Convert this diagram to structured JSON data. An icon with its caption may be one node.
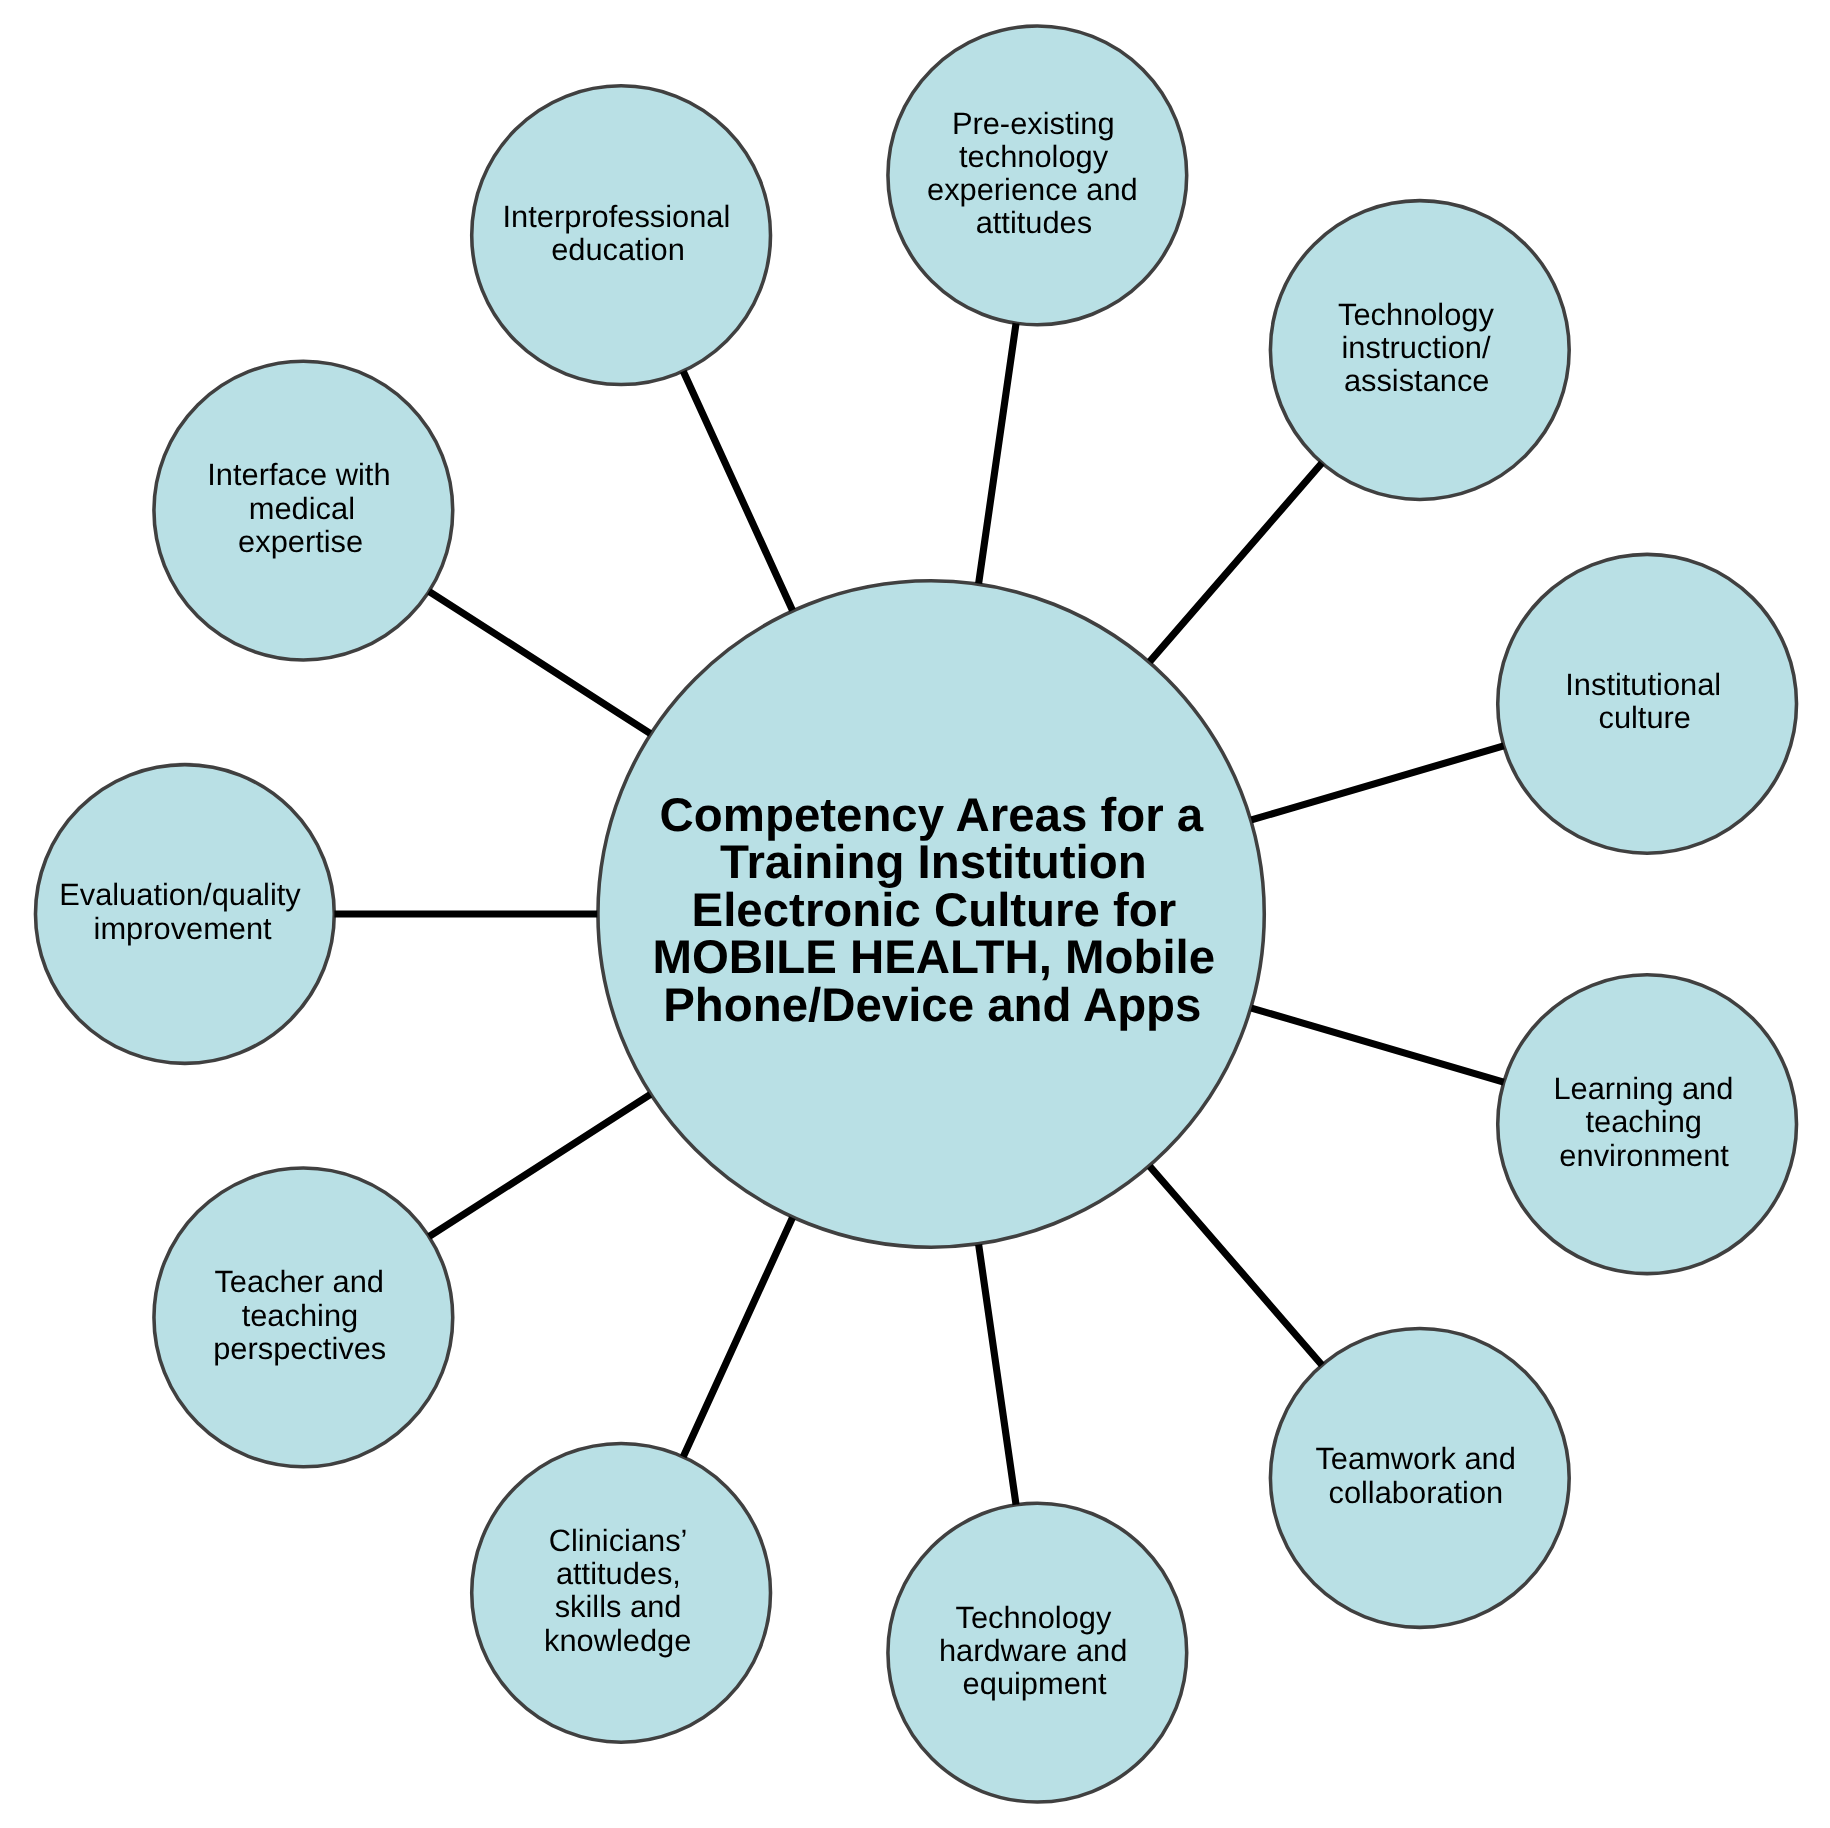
{
  "diagram": {
    "nodes": [
      {
        "text": [
          "Competency Areas for a Training Institution Electronic Culture for MOBILE HEALTH, Mobile Phone/Device and Apps"
        ]
      },
      {
        "text": [
          "Institutional culture"
        ]
      },
      {
        "text": [
          "Technology instruction/ assistance"
        ]
      },
      {
        "text": [
          "Pre-existing technology experience and attitudes"
        ]
      },
      {
        "text": [
          "Interprofessional education"
        ]
      },
      {
        "text": [
          "Interface with medical expertise"
        ]
      },
      {
        "text": [
          "Evaluation/quality improvement"
        ]
      },
      {
        "text": [
          "Teacher and teaching perspectives"
        ]
      },
      {
        "text": [
          "Clinicians’ attitudes, skills and knowledge"
        ]
      },
      {
        "text": [
          "Technology hardware and equipment"
        ]
      },
      {
        "text": [
          "Teamwork and collaboration"
        ]
      },
      {
        "text": [
          "Learning and teaching environment"
        ]
      }
    ],
    "edges": [
      {
        "from": 0,
        "to": 1,
        "arrow": "none"
      },
      {
        "from": 0,
        "to": 2,
        "arrow": "none"
      },
      {
        "from": 0,
        "to": 3,
        "arrow": "none"
      },
      {
        "from": 0,
        "to": 4,
        "arrow": "none"
      },
      {
        "from": 0,
        "to": 5,
        "arrow": "none"
      },
      {
        "from": 0,
        "to": 6,
        "arrow": "none"
      },
      {
        "from": 0,
        "to": 7,
        "arrow": "none"
      },
      {
        "from": 0,
        "to": 8,
        "arrow": "none"
      },
      {
        "from": 0,
        "to": 9,
        "arrow": "none"
      },
      {
        "from": 0,
        "to": 10,
        "arrow": "none"
      },
      {
        "from": 0,
        "to": 11,
        "arrow": "none"
      }
    ]
  }
}
